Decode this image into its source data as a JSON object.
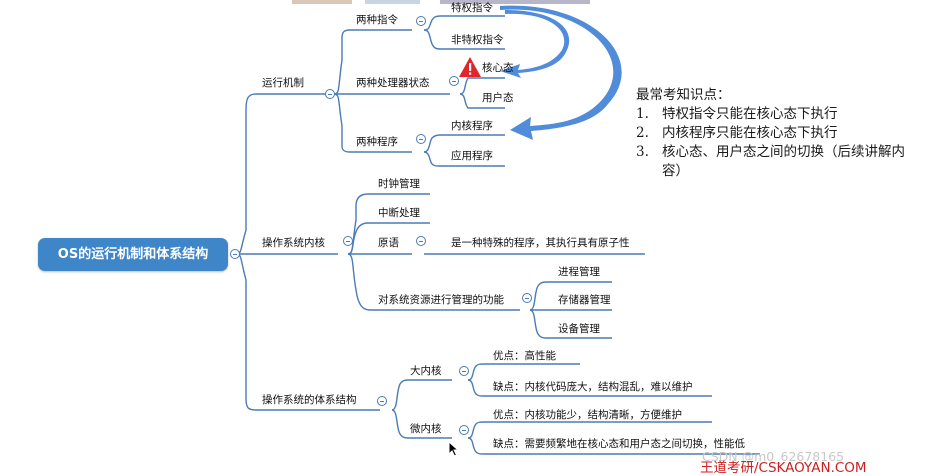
{
  "root": "OS的运行机制和体系结构",
  "branches": {
    "run_mechanism": {
      "label": "运行机制",
      "instructions": {
        "label": "两种指令",
        "items": [
          "特权指令",
          "非特权指令"
        ]
      },
      "processor_states": {
        "label": "两种处理器状态",
        "items": [
          "核心态",
          "用户态"
        ]
      },
      "programs": {
        "label": "两种程序",
        "items": [
          "内核程序",
          "应用程序"
        ]
      }
    },
    "kernel": {
      "label": "操作系统内核",
      "clock": "时钟管理",
      "interrupt": "中断处理",
      "primitive": {
        "label": "原语",
        "desc": "是一种特殊的程序，其执行具有原子性"
      },
      "resources": {
        "label": "对系统资源进行管理的功能",
        "items": [
          "进程管理",
          "存储器管理",
          "设备管理"
        ]
      }
    },
    "architecture": {
      "label": "操作系统的体系结构",
      "macro": {
        "label": "大内核",
        "pro": "优点：高性能",
        "con": "缺点：内核代码庞大，结构混乱，难以维护"
      },
      "micro": {
        "label": "微内核",
        "pro": "优点：内核功能少，结构清晰，方便维护",
        "con": "缺点：需要频繁地在核心态和用户态之间切换，性能低"
      }
    }
  },
  "notes": {
    "title": "最常考知识点：",
    "items": [
      {
        "num": "1.",
        "text": "特权指令只能在核心态下执行"
      },
      {
        "num": "2.",
        "text": "内核程序只能在核心态下执行"
      },
      {
        "num": "3.",
        "text": "核心态、用户态之间的切换（后续讲解内容）"
      }
    ]
  },
  "watermark": "CSDN @m0_62678165",
  "brand": "王道考研/CSKAOYAN.COM",
  "colors": {
    "line": "#4a7cb5",
    "root": "#3f86c8",
    "arrow": "#3d7fd6",
    "warning": "#e0262b",
    "brand": "#cc1f1f"
  },
  "icons": [
    "collapse-icon",
    "warning-icon",
    "mouse-cursor-icon"
  ]
}
